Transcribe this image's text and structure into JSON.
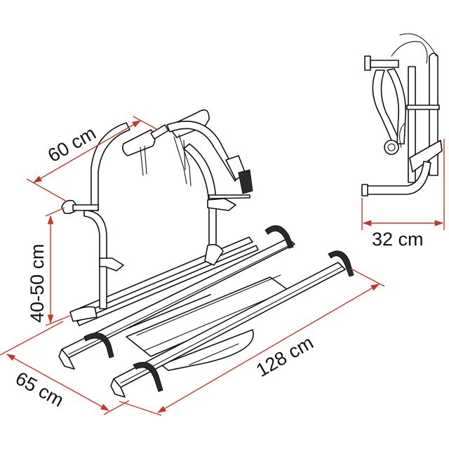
{
  "diagram": {
    "subject": "Caravan bike carrier (2-bike rack) with dimensions",
    "colors": {
      "background": "#ffffff",
      "line_art": "#111111",
      "dimension_lines": "#c0392b",
      "straps": "#2a2a2a"
    },
    "dimensions": {
      "width_top": "60 cm",
      "height": "40-50 cm",
      "depth": "65 cm",
      "length": "128 cm",
      "folded_depth": "32 cm"
    },
    "views": [
      {
        "name": "main-isometric-view",
        "description": "Unfolded bike rack, isometric"
      },
      {
        "name": "side-folded-view",
        "description": "Folded rack, side profile"
      }
    ]
  }
}
